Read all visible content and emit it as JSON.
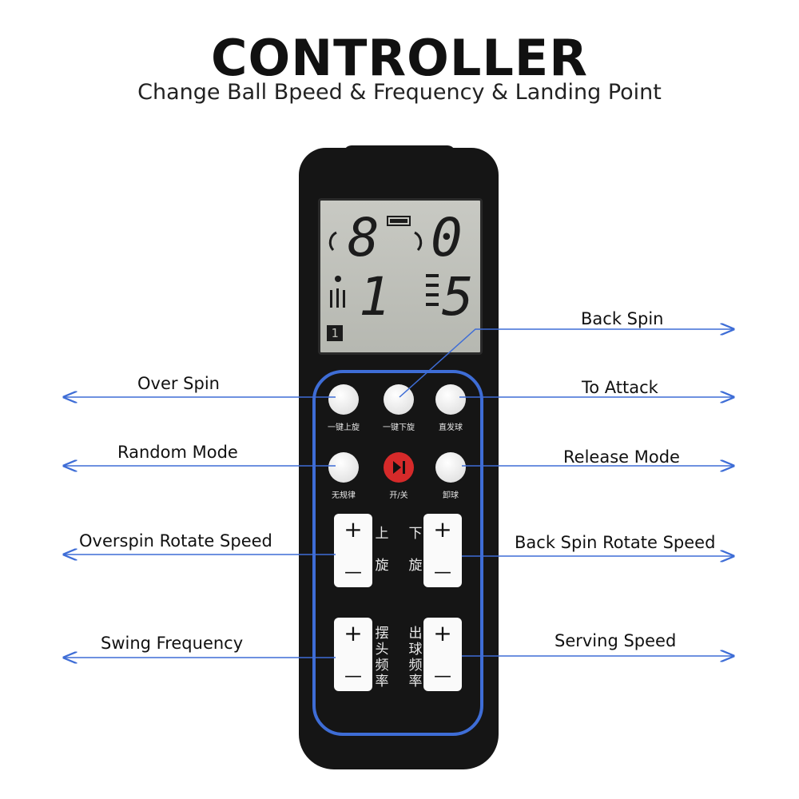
{
  "header": {
    "title": "CONTROLLER",
    "subtitle": "Change Ball Bpeed & Frequency & Landing Point"
  },
  "colors": {
    "accent": "#3e6dd6",
    "power": "#d62a2a",
    "body": "#151515",
    "lcd": "#bfc0ba"
  },
  "lcd": {
    "top_left": "8",
    "top_right": "0",
    "bottom_left": "1",
    "bottom_right": "5",
    "badge": "1"
  },
  "callouts": {
    "back_spin": "Back Spin",
    "over_spin": "Over Spin",
    "to_attack": "To Attack",
    "random_mode": "Random Mode",
    "release_mode": "Release Mode",
    "overspin_rotate_speed": "Overspin Rotate Speed",
    "back_spin_rotate_speed": "Back Spin Rotate Speed",
    "swing_frequency": "Swing Frequency",
    "serving_speed": "Serving Speed"
  },
  "buttons": {
    "row1": [
      "一键上旋",
      "一键下旋",
      "直发球"
    ],
    "row2": [
      "无规律",
      "开/关",
      "卸球"
    ]
  },
  "rockers": {
    "plus": "+",
    "minus": "—",
    "overspin_chars": [
      "上",
      "旋"
    ],
    "backspin_chars": [
      "下",
      "旋"
    ],
    "swing_chars": [
      "摆",
      "头",
      "频",
      "率"
    ],
    "serve_chars": [
      "出",
      "球",
      "频",
      "率"
    ]
  }
}
